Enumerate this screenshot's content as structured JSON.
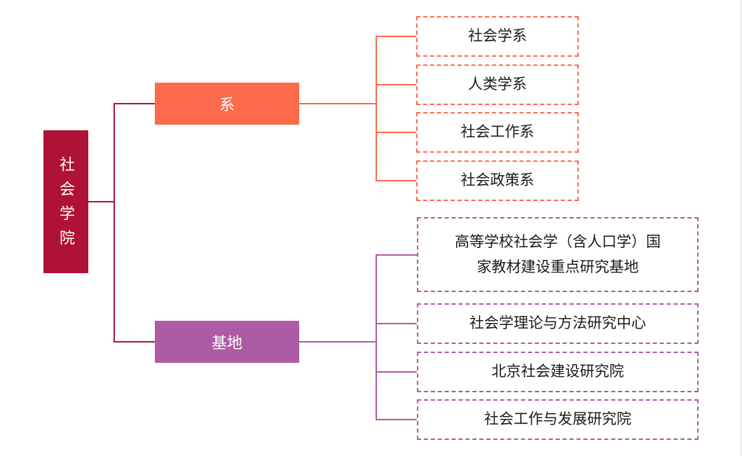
{
  "page": {
    "background": "#ffffff",
    "right_edge_line_color": "#d7d7d7"
  },
  "tree": {
    "type": "org-tree",
    "root": {
      "label": "社会学院",
      "fill": "#B01235",
      "text_color": "#ffffff"
    },
    "trunk_line_color": "#B01235",
    "leaf_text_color": "#1a1a1a",
    "branches": [
      {
        "label": "系",
        "fill": "#FB6B4B",
        "text_color": "#ffffff",
        "line_color": "#FB6B4B",
        "leaf_border_style": "dashed",
        "children": [
          {
            "label": "社会学系"
          },
          {
            "label": "人类学系"
          },
          {
            "label": "社会工作系"
          },
          {
            "label": "社会政策系"
          }
        ]
      },
      {
        "label": "基地",
        "fill": "#AE5BA5",
        "text_color": "#ffffff",
        "line_color": "#AE5BA5",
        "leaf_border_style": "dashed",
        "children": [
          {
            "label": "高等学校社会学（含人口学）国\n家教材建设重点研究基地"
          },
          {
            "label": "社会学理论与方法研究中心"
          },
          {
            "label": "北京社会建设研究院"
          },
          {
            "label": "社会工作与发展研究院"
          }
        ]
      }
    ]
  }
}
